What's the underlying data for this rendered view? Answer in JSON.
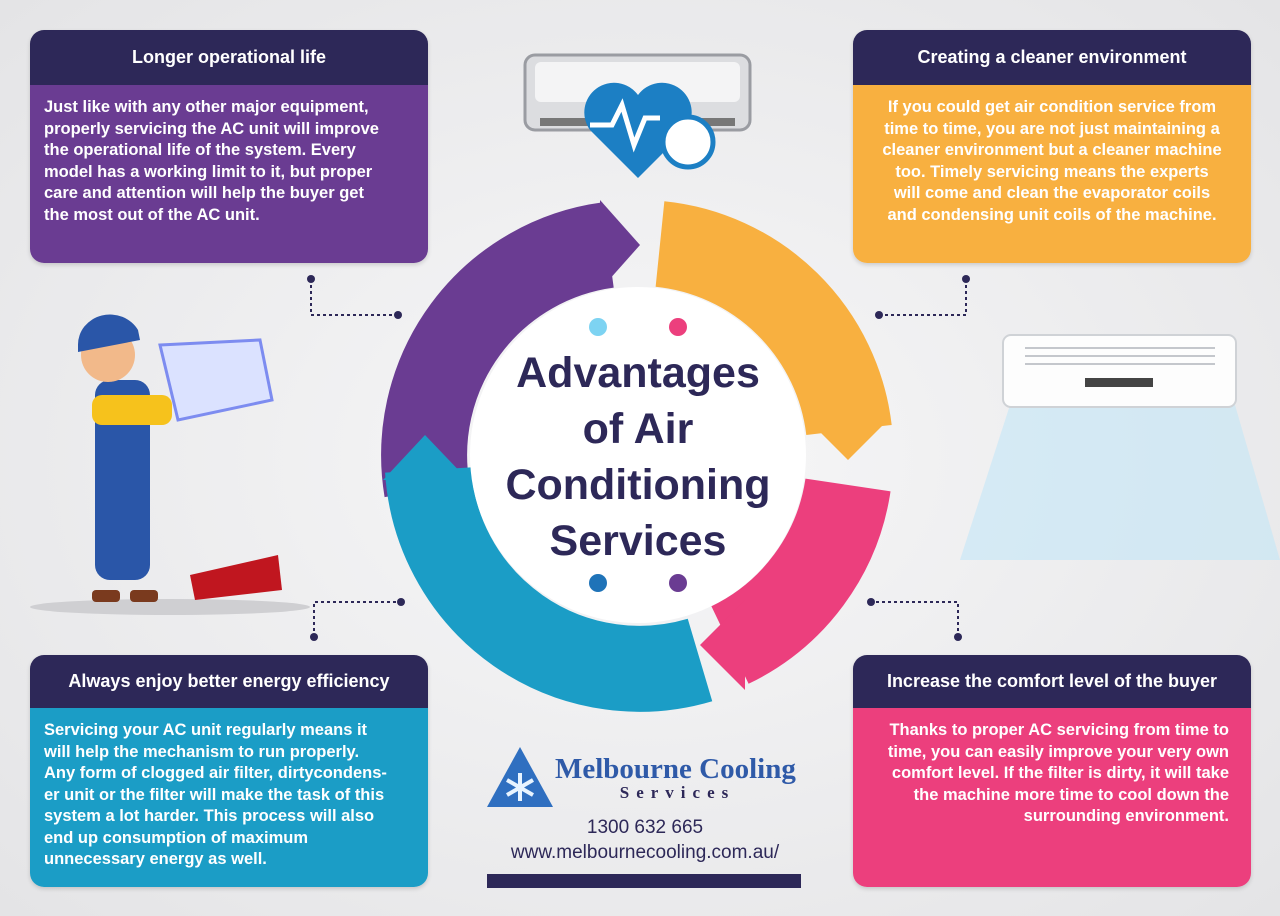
{
  "title": "Advantages of Air Conditioning Services",
  "title_lines": [
    "Advantages",
    "of Air",
    "Conditioning",
    "Services"
  ],
  "cards": [
    {
      "heading": "Longer operational life",
      "lines": [
        "Just like with any other major equipment,",
        "properly servicing the AC unit will improve",
        "the operational life of the system. Every",
        "model has a working limit to it, but proper",
        "care and attention will help the buyer get",
        "the most out of the AC unit."
      ]
    },
    {
      "heading": "Creating a cleaner environment",
      "lines": [
        "If you could get air condition service from",
        "time to time, you are not just maintaining a",
        "cleaner environment but a cleaner machine",
        "too. Timely servicing means the experts",
        "will come and clean the evaporator coils",
        "and condensing unit coils of the machine."
      ]
    },
    {
      "heading": "Always enjoy better energy efficiency",
      "lines": [
        "Servicing your AC unit regularly means it",
        "will help the mechanism to run properly.",
        "Any form of clogged air filter, dirtycondens-",
        "er unit or the filter will make the task of this",
        "system a lot harder. This process will also",
        "end up consumption of maximum",
        "unnecessary energy as well."
      ]
    },
    {
      "heading": "Increase the comfort level of the buyer",
      "lines": [
        "Thanks to proper AC servicing from time to",
        "time, you can easily improve your very own",
        "comfort level. If the filter is dirty, it will take",
        "the machine more time to cool down the",
        "surrounding environment."
      ]
    }
  ],
  "logo": {
    "brand": "Melbourne Cooling",
    "sub": "Services",
    "phone": "1300 632 665",
    "url": "www.melbournecooling.com.au/"
  },
  "colors": {
    "navy": "#2d2858",
    "purple": "#6a3c92",
    "orange": "#f8b040",
    "teal": "#1b9dc6",
    "pink": "#ec3f7d"
  }
}
